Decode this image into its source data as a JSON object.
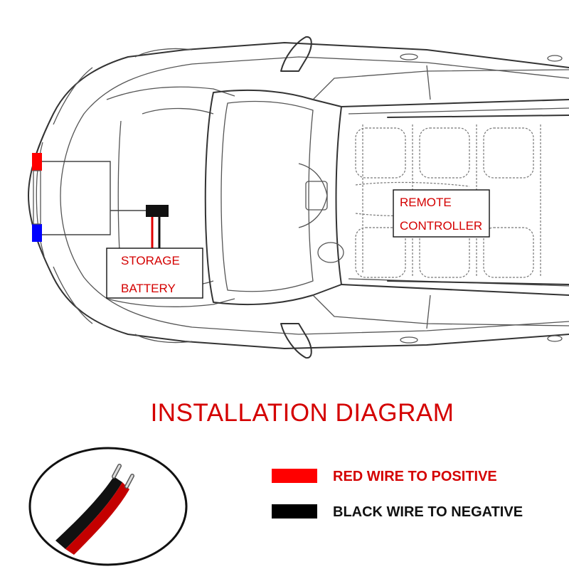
{
  "title": "INSTALLATION DIAGRAM",
  "labels": {
    "storage_battery_line1": "STORAGE",
    "storage_battery_line2": "BATTERY",
    "remote_controller_line1": "REMOTE",
    "remote_controller_line2": "CONTROLLER"
  },
  "legend": [
    {
      "text": "RED WIRE TO POSITIVE",
      "swatch_color": "#ff0000",
      "text_color": "#d40000"
    },
    {
      "text": "BLACK WIRE TO NEGATIVE",
      "swatch_color": "#000000",
      "text_color": "#111111"
    }
  ],
  "colors": {
    "accent": "#d40000",
    "light_red": "#ff0000",
    "light_blue": "#0000ff",
    "positive_wire": "#e00000",
    "negative_wire": "#111111"
  },
  "icons": {
    "car": "car-top-view-icon",
    "battery_connector": "connector-icon",
    "cable": "cable-cross-section-icon"
  }
}
